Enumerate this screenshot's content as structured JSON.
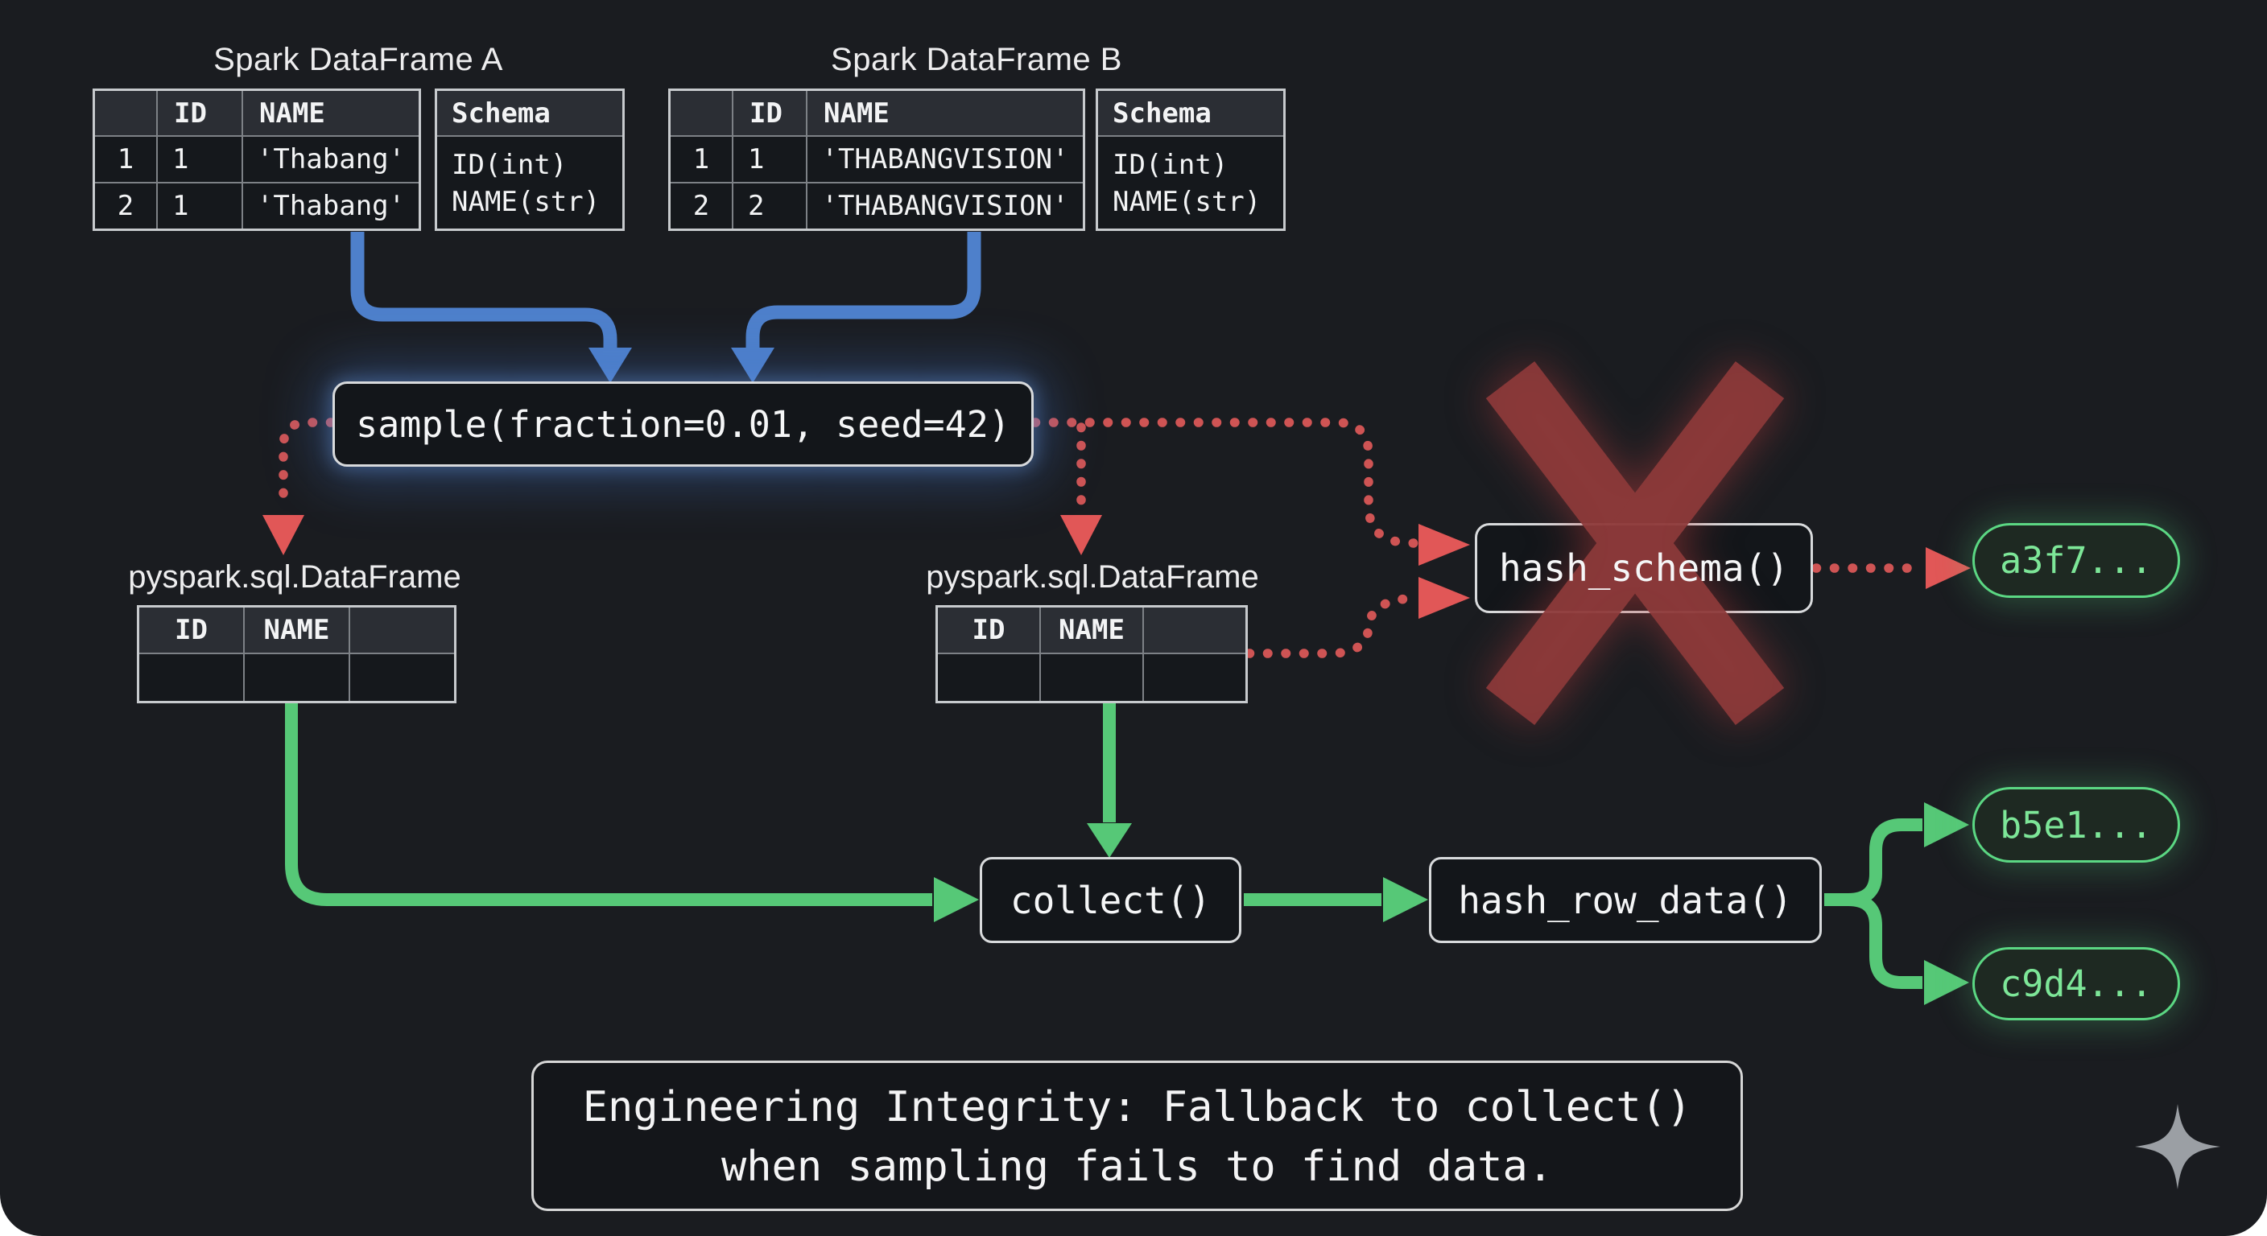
{
  "titles": {
    "dataframe_a": "Spark DataFrame A",
    "dataframe_b": "Spark DataFrame B",
    "pyspark_left": "pyspark.sql.DataFrame",
    "pyspark_mid": "pyspark.sql.DataFrame"
  },
  "table_a": {
    "headers": [
      "",
      "ID",
      "NAME"
    ],
    "rows": [
      [
        "1",
        "1",
        "'Thabang'"
      ],
      [
        "2",
        "1",
        "'Thabang'"
      ]
    ]
  },
  "schema_a": {
    "header": "Schema",
    "lines": [
      "ID(int)",
      "NAME(str)"
    ]
  },
  "table_b": {
    "headers": [
      "",
      "ID",
      "NAME"
    ],
    "rows": [
      [
        "1",
        "1",
        "'THABANGVISION'"
      ],
      [
        "2",
        "2",
        "'THABANGVISION'"
      ]
    ]
  },
  "schema_b": {
    "header": "Schema",
    "lines": [
      "ID(int)",
      "NAME(str)"
    ]
  },
  "result_table": {
    "headers": [
      "ID",
      "NAME",
      ""
    ]
  },
  "nodes": {
    "sample": "sample(fraction=0.01, seed=42)",
    "hash_schema": "hash_schema()",
    "collect": "collect()",
    "hash_row_data": "hash_row_data()"
  },
  "pills": {
    "schema_hash": "a3f7...",
    "row_hash_1": "b5e1...",
    "row_hash_2": "c9d4..."
  },
  "caption": {
    "line1": "Engineering Integrity: Fallback to collect()",
    "line2": "when sampling fails to find data."
  },
  "icons": {
    "bottom_right": "sparkle-icon",
    "failure_mark": "red-x-icon"
  },
  "colors": {
    "background": "#1a1c20",
    "blue_arrow": "#4e80cb",
    "red_dotted": "#cf5454",
    "red_x": "#8d3b3b",
    "green_arrow": "#56c877",
    "pill_green": "#5bd783",
    "box_border": "#d8dadc"
  }
}
